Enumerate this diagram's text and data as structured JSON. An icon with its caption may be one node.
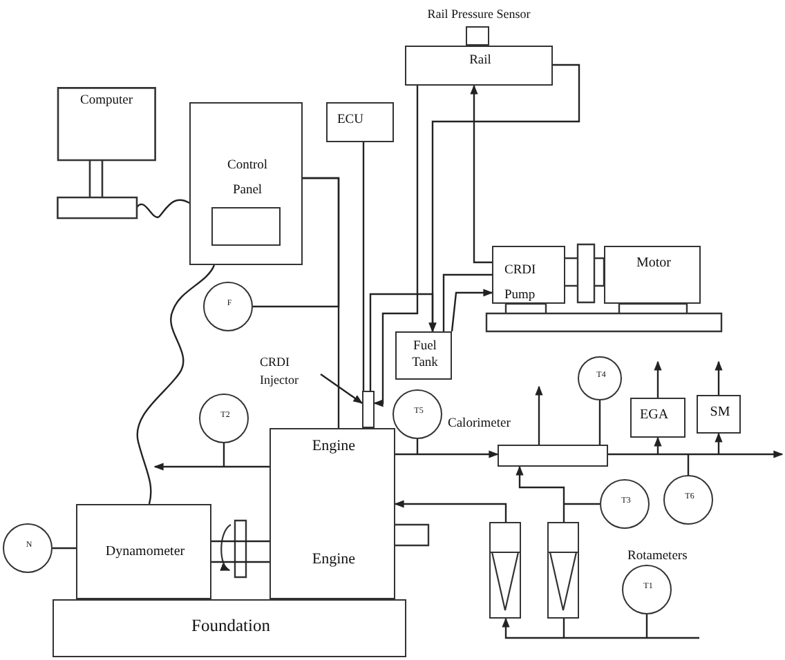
{
  "diagram": {
    "nodes": [
      {
        "text": [
          "Computer"
        ]
      },
      {
        "text": [
          "Control Panel"
        ]
      },
      {
        "text": [
          "ECU"
        ]
      },
      {
        "text": [
          "Rail"
        ]
      },
      {
        "text": [
          "Rail Pressure Sensor"
        ]
      },
      {
        "text": [
          "CRDI Pump"
        ]
      },
      {
        "text": [
          "Motor"
        ]
      },
      {
        "text": [
          "F"
        ]
      },
      {
        "text": [
          "Fuel Tank"
        ]
      },
      {
        "text": [
          "CRDI Injector"
        ]
      },
      {
        "text": [],
        "shape": "box"
      },
      {
        "text": [
          "T2"
        ]
      },
      {
        "text": [
          "T5"
        ]
      },
      {
        "text": [
          "T4"
        ]
      },
      {
        "text": [
          "Calorimeter"
        ]
      },
      {
        "text": [
          "EGA"
        ]
      },
      {
        "text": [
          "SM"
        ]
      },
      {
        "text": [
          "Engine",
          "Engine"
        ]
      },
      {
        "text": [
          "Dynamometer"
        ]
      },
      {
        "text": [
          "N"
        ]
      },
      {
        "text": [
          "Foundation"
        ]
      },
      {
        "text": [
          "T3"
        ]
      },
      {
        "text": [
          "T6"
        ]
      },
      {
        "text": [],
        "shape": "box"
      },
      {
        "text": [],
        "shape": "box"
      },
      {
        "text": [
          "T1"
        ]
      }
    ],
    "edges": [
      {
        "from": 0,
        "to": 1,
        "arrow": "none"
      },
      {
        "from": 1,
        "to": 18,
        "arrow": "none"
      },
      {
        "from": 1,
        "to": 17,
        "arrow": "none"
      },
      {
        "from": 7,
        "to": 1,
        "arrow": "none"
      },
      {
        "from": 2,
        "to": 10,
        "arrow": "none"
      },
      {
        "from": 3,
        "to": 10,
        "arrow": "to"
      },
      {
        "from": 3,
        "to": 8,
        "arrow": "to"
      },
      {
        "from": 10,
        "to": 8,
        "arrow": "to"
      },
      {
        "from": 5,
        "to": 8,
        "arrow": "none"
      },
      {
        "from": 8,
        "to": 5,
        "arrow": "to"
      },
      {
        "from": 5,
        "to": 3,
        "arrow": "to"
      },
      {
        "from": 9,
        "to": 10,
        "arrow": "to"
      },
      {
        "from": 17,
        "to": null,
        "arrow": "to"
      },
      {
        "from": 11,
        "to": null,
        "arrow": "none"
      },
      {
        "from": 17,
        "to": 14,
        "arrow": "to"
      },
      {
        "from": 12,
        "to": null,
        "arrow": "none"
      },
      {
        "from": 14,
        "to": null,
        "arrow": "to"
      },
      {
        "from": null,
        "to": 15,
        "arrow": "to"
      },
      {
        "from": null,
        "to": 16,
        "arrow": "to"
      },
      {
        "from": 15,
        "to": null,
        "arrow": "to"
      },
      {
        "from": 16,
        "to": null,
        "arrow": "to"
      },
      {
        "from": 22,
        "to": null,
        "arrow": "none"
      },
      {
        "from": 14,
        "to": null,
        "arrow": "to"
      },
      {
        "from": 13,
        "to": 14,
        "arrow": "none"
      },
      {
        "from": 24,
        "to": 14,
        "arrow": "to"
      },
      {
        "from": 21,
        "to": null,
        "arrow": "none"
      },
      {
        "from": 23,
        "to": 17,
        "arrow": "to"
      },
      {
        "from": null,
        "to": 23,
        "arrow": "to"
      },
      {
        "from": null,
        "to": 24,
        "arrow": "none"
      },
      {
        "from": 25,
        "to": null,
        "arrow": "none"
      },
      {
        "from": 19,
        "to": 18,
        "arrow": "none"
      },
      {
        "from": 18,
        "to": 17,
        "arrow": "none"
      }
    ],
    "labels": [
      "Rotameters"
    ]
  }
}
